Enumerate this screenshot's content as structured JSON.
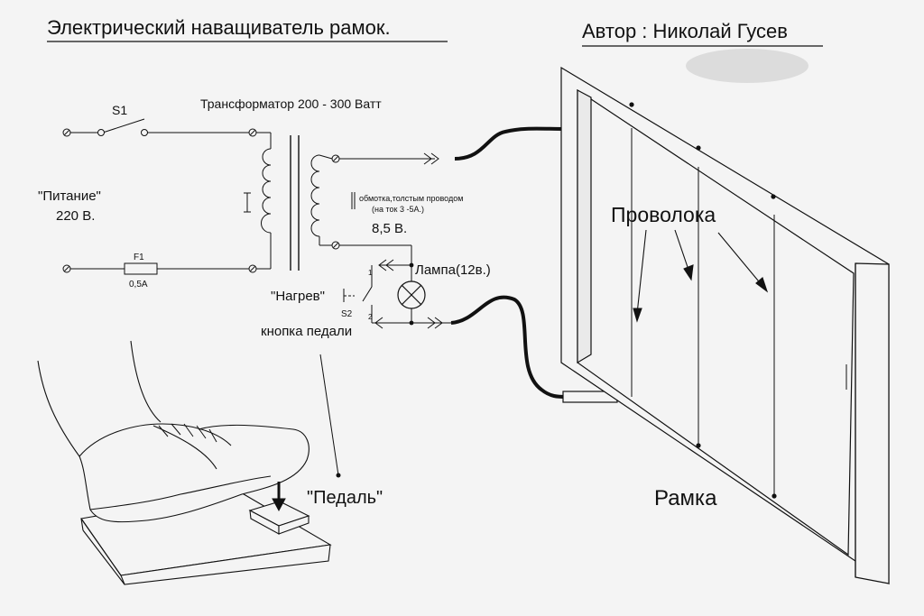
{
  "title": "Электрический  наващиватель рамок.",
  "author": "Автор : Николай Гусев",
  "labels": {
    "s1": "S1",
    "transformer": "Трансформатор 200 - 300 Ватт",
    "power_1": "\"Питание\"",
    "power_2": "220 В.",
    "fuse": "F1",
    "fuse_rating": "0,5A",
    "winding_1": "обмотка,толстым проводом",
    "winding_2": "(на ток 3 -5А.)",
    "voltage": "8,5 В.",
    "lamp": "Лампа(12в.)",
    "heat": "\"Нагрев\"",
    "s2": "S2",
    "pedal_button": "кнопка педали",
    "contact_1": "1",
    "contact_2": "2",
    "wire": "Проволока",
    "frame": "Рамка",
    "pedal": "\"Педаль\""
  }
}
